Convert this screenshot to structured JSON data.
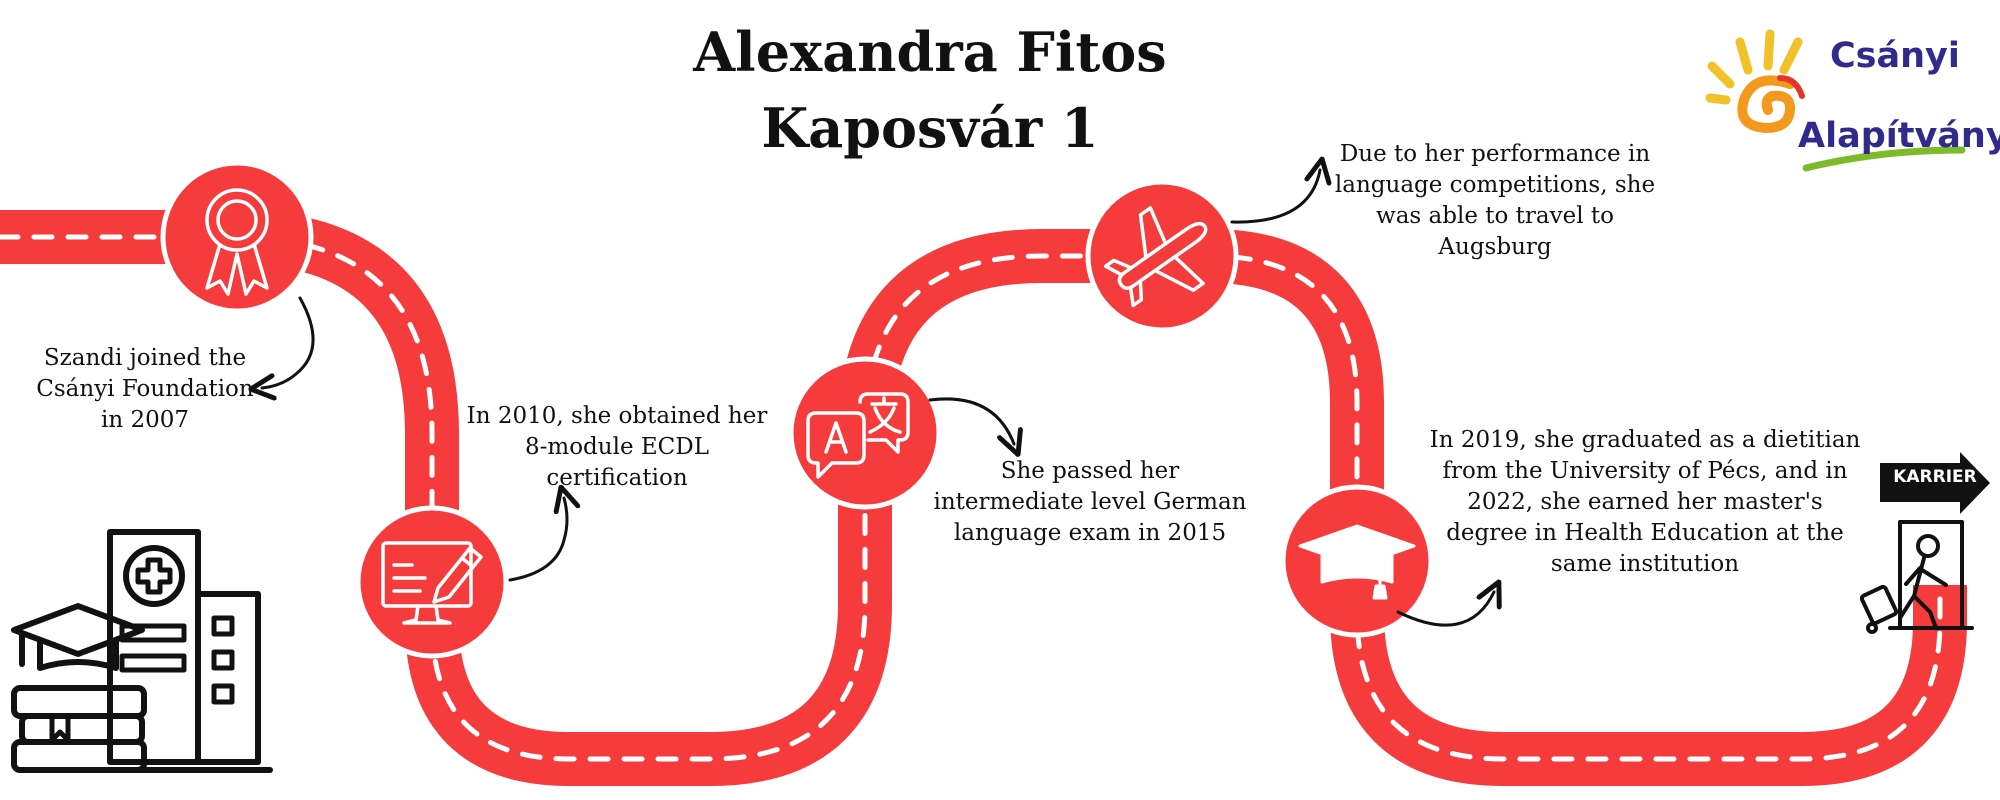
{
  "title": {
    "line1": "Alexandra Fitos",
    "line2": "Kaposvár 1"
  },
  "logo": {
    "line1": "Csányi",
    "line2": "Alapítvány"
  },
  "career_sign": "KARRIER",
  "milestones": [
    {
      "icon": "award-ribbon-icon",
      "text": "Szandi joined the Csányi Foundation in 2007",
      "lines": [
        "Szandi joined the",
        "Csányi Foundation",
        "in 2007"
      ]
    },
    {
      "icon": "computer-pencil-icon",
      "text": "In 2010, she obtained her 8-module ECDL certification",
      "lines": [
        "In 2010, she obtained her",
        "8-module ECDL",
        "certification"
      ]
    },
    {
      "icon": "translation-icon",
      "text": "She passed her intermediate level German language exam in 2015",
      "lines": [
        "She passed her",
        "intermediate level German",
        "language exam in 2015"
      ]
    },
    {
      "icon": "airplane-icon",
      "text": "Due to her performance in language competitions, she was able to travel to Augsburg",
      "lines": [
        "Due to her performance in",
        "language competitions, she",
        "was able to travel to",
        "Augsburg"
      ]
    },
    {
      "icon": "graduation-cap-icon",
      "text": "In 2019, she graduated as a dietitian from the University of Pécs, and in 2022, she earned her master's degree in Health Education at the same institution",
      "lines": [
        "In 2019, she graduated as a dietitian",
        "from the University of Pécs, and in",
        "2022, she earned her master's",
        "degree in Health Education at the",
        "same institution"
      ]
    }
  ],
  "colors": {
    "road": "#f53b3b",
    "dash": "#ffffff",
    "ink": "#111111",
    "logo_blue": "#2f2a8c",
    "logo_orange": "#f39a1e",
    "logo_red": "#e5352b",
    "logo_green": "#7dbb2c"
  }
}
